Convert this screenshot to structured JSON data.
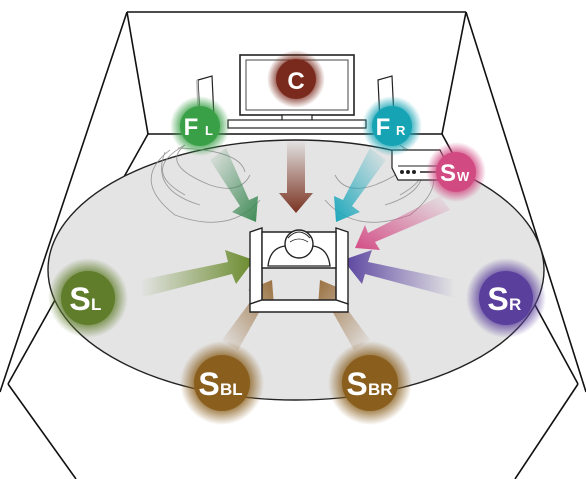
{
  "speakers": {
    "center": {
      "main": "C",
      "sub": "",
      "color": "#7a2a1c"
    },
    "front_left": {
      "main": "F",
      "sub": "L",
      "color": "#3aa047"
    },
    "front_right": {
      "main": "F",
      "sub": "R",
      "color": "#16a3b4"
    },
    "subwoofer": {
      "main": "S",
      "sub": "W",
      "color": "#d14a82"
    },
    "surround_left": {
      "main": "S",
      "sub": "L",
      "color": "#5f7d2a"
    },
    "surround_right": {
      "main": "S",
      "sub": "R",
      "color": "#5a3f9c"
    },
    "surround_back_left": {
      "main": "S",
      "sub": "BL",
      "color": "#8a5f1e"
    },
    "surround_back_right": {
      "main": "S",
      "sub": "BR",
      "color": "#8a5f1e"
    }
  },
  "colors": {
    "room_line": "#111111",
    "floor_ellipse": "#e4e4e4",
    "arrow_center": "#7a3322",
    "arrow_front_left": "#3e8a55",
    "arrow_front_right": "#1aa7bb",
    "arrow_subwoofer": "#d34d86",
    "arrow_surround_left": "#6a8a2c",
    "arrow_surround_right": "#5a43a0",
    "arrow_back": "#9a7040"
  },
  "icons": [
    "tv-icon",
    "front-tower-speaker-icon",
    "av-receiver-icon",
    "armchair-icon",
    "listener-icon"
  ]
}
